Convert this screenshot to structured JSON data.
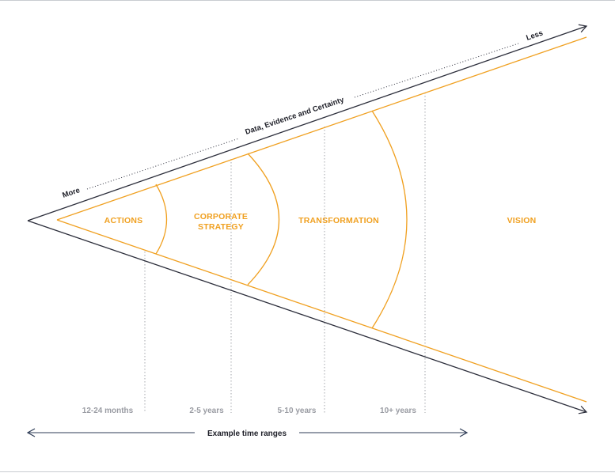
{
  "colors": {
    "accent": "#f0a020",
    "dark": "#2b2d3a",
    "muted": "#9a9ca3",
    "guide": "#a5a7ad"
  },
  "phases": [
    {
      "label": "ACTIONS"
    },
    {
      "label_line1": "CORPORATE",
      "label_line2": "STRATEGY"
    },
    {
      "label": "TRANSFORMATION"
    },
    {
      "label": "VISION"
    }
  ],
  "time_ranges": [
    "12-24 months",
    "2-5 years",
    "5-10 years",
    "10+ years"
  ],
  "certainty_axis": {
    "more": "More",
    "title": "Data, Evidence and Certainty",
    "less": "Less"
  },
  "example_ranges_label": "Example time ranges"
}
